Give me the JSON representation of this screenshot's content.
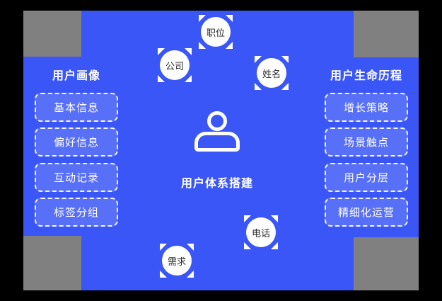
{
  "colors": {
    "page_bg": "#000000",
    "board": "#3b56f6",
    "corner_gray": "#808080",
    "chip_fill": "rgba(255,255,255,0.15)",
    "chip_border": "rgba(255,255,255,0.92)",
    "text_light": "#ffffff",
    "badge_text": "#262626"
  },
  "center": {
    "title": "用户体系搭建",
    "icon": "person-icon"
  },
  "left_panel": {
    "title": "用户画像",
    "items": [
      "基本信息",
      "偏好信息",
      "互动记录",
      "标签分组"
    ]
  },
  "right_panel": {
    "title": "用户生命历程",
    "items": [
      "增长策略",
      "场景触点",
      "用户分层",
      "精细化运营"
    ]
  },
  "badges": [
    {
      "id": "position",
      "label": "职位"
    },
    {
      "id": "company",
      "label": "公司"
    },
    {
      "id": "name",
      "label": "姓名"
    },
    {
      "id": "phone",
      "label": "电话"
    },
    {
      "id": "demand",
      "label": "需求"
    }
  ]
}
